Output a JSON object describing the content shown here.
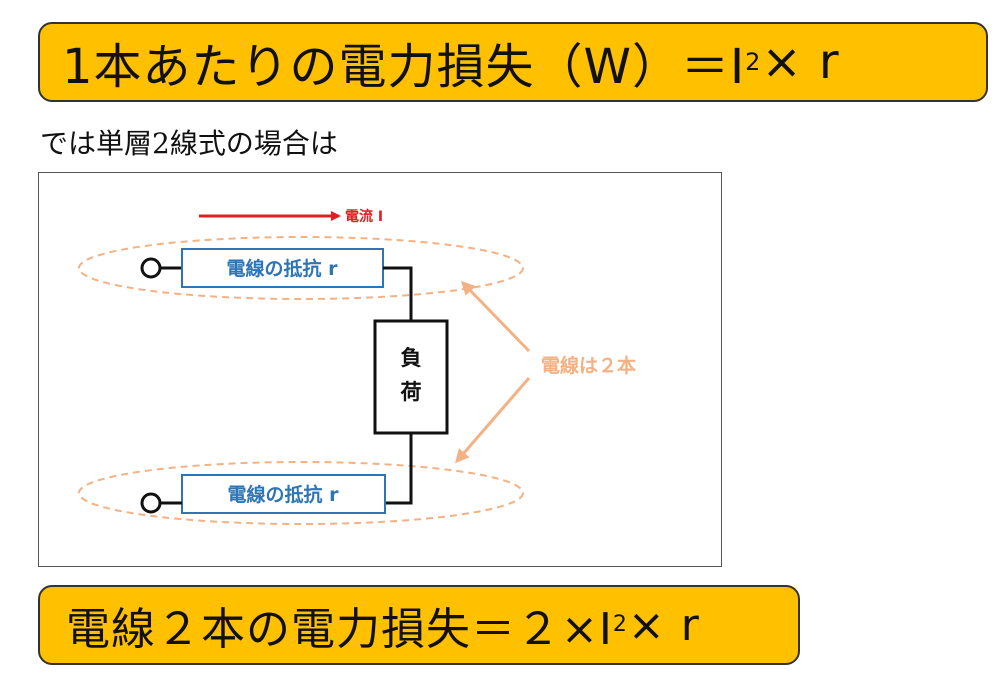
{
  "formula_top": {
    "lhs": "1本あたりの電力損失（W）＝I",
    "exponent": "2",
    "rhs": "× r"
  },
  "subtitle": "では単層2線式の場合は",
  "diagram": {
    "current_label": "電流 I",
    "resistor_top_label": "電線の抵抗 r",
    "resistor_bottom_label": "電線の抵抗 r",
    "load_char_1": "負",
    "load_char_2": "荷",
    "wire_count_label": "電線は２本",
    "colors": {
      "wire": "#111111",
      "resistor_border": "#2E75B6",
      "resistor_text": "#2E75B6",
      "current_arrow": "#E02020",
      "dashed_ellipse": "#F4B183",
      "annotation_arrow": "#F4B183"
    }
  },
  "formula_bottom": {
    "lhs": "電線２本の電力損失＝２×I",
    "exponent": "2",
    "rhs": "× r"
  },
  "colors": {
    "formula_box_fill": "#FFC000",
    "formula_box_border": "#333333"
  }
}
